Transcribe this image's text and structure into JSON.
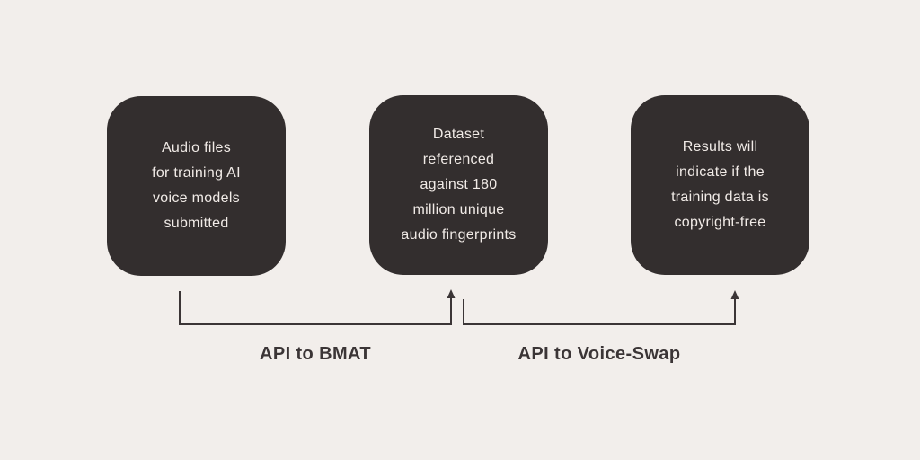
{
  "boxes": [
    {
      "text": "Audio files\nfor training AI\nvoice models\nsubmitted"
    },
    {
      "text": "Dataset\nreferenced\nagainst 180\nmillion unique\naudio fingerprints"
    },
    {
      "text": "Results will\nindicate if the\ntraining data is\ncopyright-free"
    }
  ],
  "connectors": [
    {
      "label": "API to BMAT"
    },
    {
      "label": "API to Voice-Swap"
    }
  ],
  "colors": {
    "background": "#f2eeeb",
    "box_fill": "#332e2e",
    "box_text": "#f1ebe7",
    "line": "#3b3536",
    "label_text": "#3b3536"
  }
}
